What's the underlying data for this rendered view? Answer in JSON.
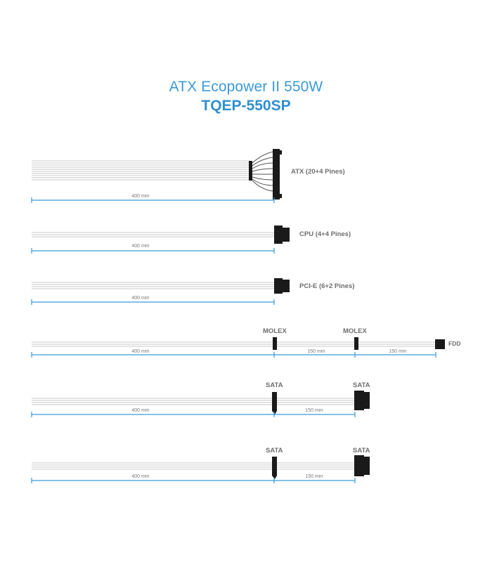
{
  "header": {
    "title": "ATX Ecopower II 550W",
    "model": "TQEP-550SP"
  },
  "colors": {
    "accent": "#3a9ad9",
    "wire": "#d6d6d6",
    "connector": "#1a1a1a",
    "label": "#6e6e6e"
  },
  "cables": [
    {
      "id": "atx",
      "label": "ATX (20+4 Pines)",
      "segments": [
        "400 mm"
      ]
    },
    {
      "id": "cpu",
      "label": "CPU (4+4 Pines)",
      "segments": [
        "400 mm"
      ]
    },
    {
      "id": "pcie",
      "label": "PCI-E (6+2 Pines)",
      "segments": [
        "400 mm"
      ]
    },
    {
      "id": "molex",
      "label": "FDD",
      "connectors": [
        "MOLEX",
        "MOLEX"
      ],
      "segments": [
        "400 mm",
        "150 mm",
        "150 mm"
      ]
    },
    {
      "id": "sata1",
      "connectors": [
        "SATA",
        "SATA"
      ],
      "segments": [
        "400 mm",
        "150 mm"
      ]
    },
    {
      "id": "sata2",
      "connectors": [
        "SATA",
        "SATA"
      ],
      "segments": [
        "400 mm",
        "150 mm"
      ]
    }
  ]
}
